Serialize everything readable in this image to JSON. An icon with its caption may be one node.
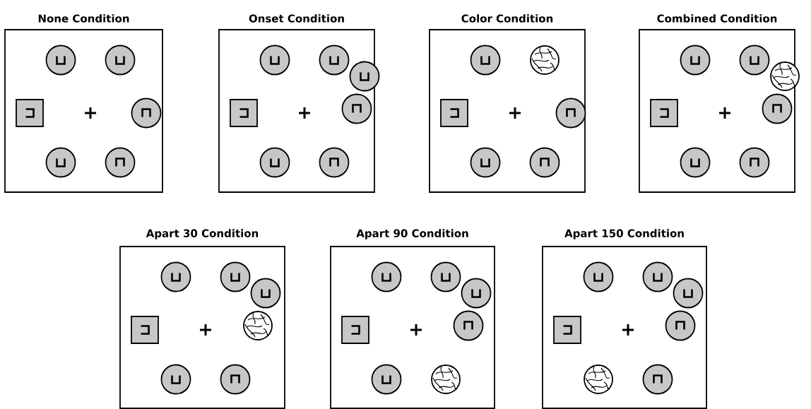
{
  "diagram": {
    "nodes": [
      {
        "text": [
          "None Condition"
        ]
      },
      {
        "text": [
          "Onset Condition"
        ]
      },
      {
        "text": [
          "Color Condition"
        ]
      },
      {
        "text": [
          "Combined Condition"
        ]
      },
      {
        "text": [
          "Apart 30 Condition"
        ]
      },
      {
        "text": [
          "Apart 90 Condition"
        ]
      },
      {
        "text": [
          "Apart 150 Condition"
        ]
      }
    ]
  }
}
